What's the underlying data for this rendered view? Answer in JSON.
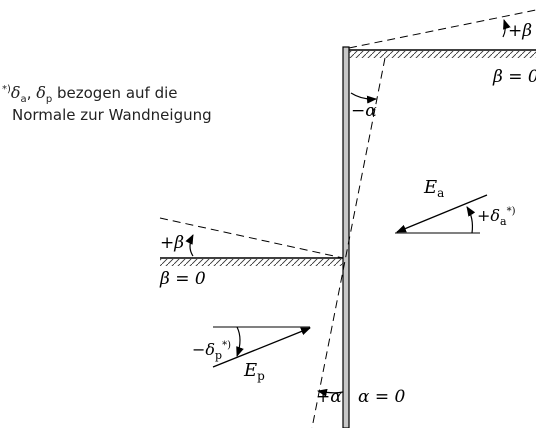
{
  "labels": {
    "beta_top": "+β",
    "beta_top_zero": "β = 0",
    "alpha_top": "−α",
    "beta_left": "+β",
    "beta_left_zero": "β = 0",
    "Ea_E": "E",
    "Ea_sub": "a",
    "delta_a_plus": "+δ",
    "delta_a_sub": "a",
    "delta_a_star": "*)",
    "delta_p_minus": "−δ",
    "delta_p_sub": "p",
    "delta_p_star": "*)",
    "Ep_E": "E",
    "Ep_sub": "p",
    "alpha_plus": "+α",
    "alpha_zero": "α = 0"
  },
  "note": {
    "marker": "*)",
    "d1": "δ",
    "d1_sub": "a",
    "comma1": ", ",
    "d2": "δ",
    "d2_sub": "p",
    "line1_rest": " bezogen auf die",
    "line2": "Normale zur Wandneigung"
  }
}
